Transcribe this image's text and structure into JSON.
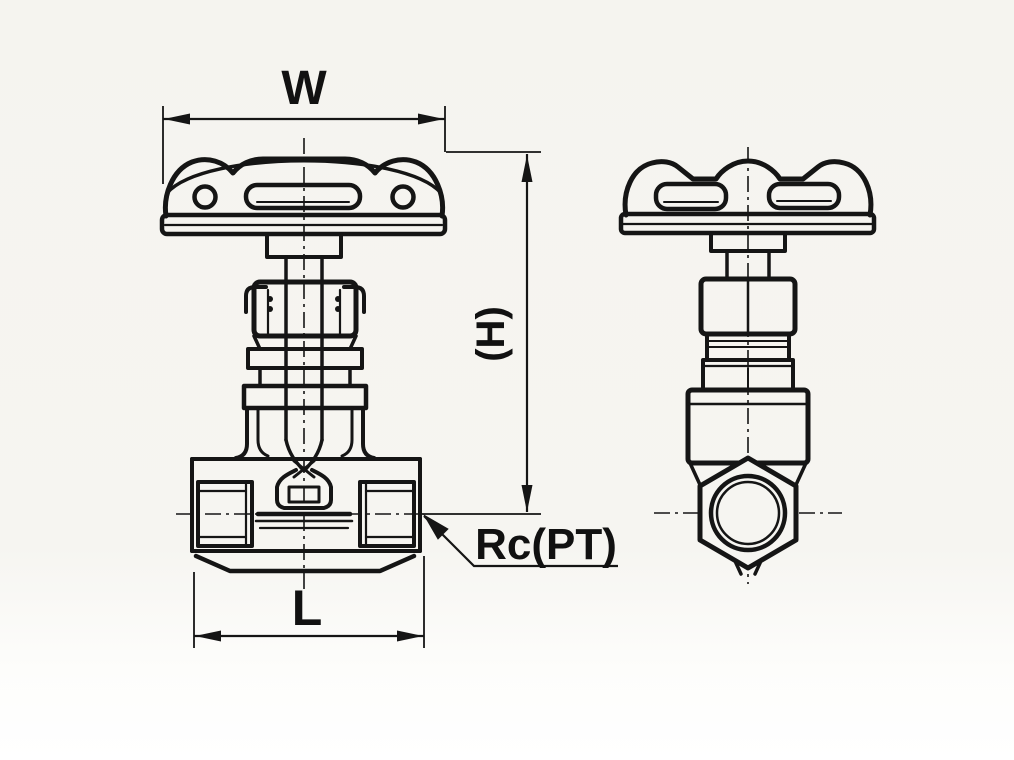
{
  "page": {
    "background": "#f5f4f0",
    "line_color": "#151515"
  },
  "drawing": {
    "kind": "valve dimensional line drawing, two orthographic views",
    "views": {
      "front": "front view",
      "side": "side view"
    },
    "labels": {
      "width": "W",
      "height": "(H)",
      "length": "L",
      "port_thread": "Rc(PT)"
    }
  }
}
